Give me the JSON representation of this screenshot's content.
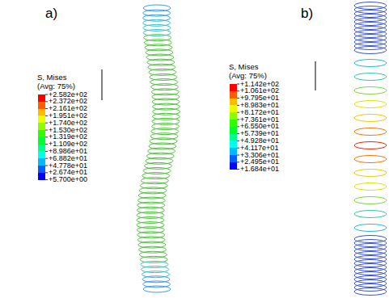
{
  "diagram": {
    "labels": [
      "a)",
      "b)",
      "S, Mises",
      "(Avg: 75%)",
      "+5.700e+00",
      "S, Mises",
      "(Avg: 75%)",
      "+1.684e+01"
    ],
    "legend": [
      {
        "text": "+2.582e+02",
        "color": "#ff0000"
      },
      {
        "text": "+2.372e+02",
        "color": "#ff5d00"
      },
      {
        "text": "+2.161e+02",
        "color": "#ffb900"
      },
      {
        "text": "+1.951e+02",
        "color": "#e8ff00"
      },
      {
        "text": "+1.740e+02",
        "color": "#8bff00"
      },
      {
        "text": "+1.530e+02",
        "color": "#2eff00"
      },
      {
        "text": "+1.319e+02",
        "color": "#00ff2e"
      },
      {
        "text": "+1.109e+02",
        "color": "#00ff8b"
      },
      {
        "text": "+8.986e+01",
        "color": "#00ffe8"
      },
      {
        "text": "+6.882e+01",
        "color": "#00b9ff"
      },
      {
        "text": "+4.778e+01",
        "color": "#005dff"
      },
      {
        "text": "+2.674e+01",
        "color": "#0000ff"
      },
      {
        "text": "+1.142e+02",
        "color": "#ff0000"
      },
      {
        "text": "+1.061e+02",
        "color": "#ff5d00"
      },
      {
        "text": "+9.795e+01",
        "color": "#ffb900"
      },
      {
        "text": "+8.983e+01",
        "color": "#e8ff00"
      },
      {
        "text": "+8.172e+01",
        "color": "#8bff00"
      },
      {
        "text": "+7.361e+01",
        "color": "#2eff00"
      },
      {
        "text": "+6.550e+01",
        "color": "#00ff2e"
      },
      {
        "text": "+5.739e+01",
        "color": "#00ff8b"
      },
      {
        "text": "+4.928e+01",
        "color": "#00ffe8"
      },
      {
        "text": "+4.117e+01",
        "color": "#00b9ff"
      },
      {
        "text": "+3.306e+01",
        "color": "#005dff"
      },
      {
        "text": "+2.495e+01",
        "color": "#0000ff"
      }
    ]
  }
}
